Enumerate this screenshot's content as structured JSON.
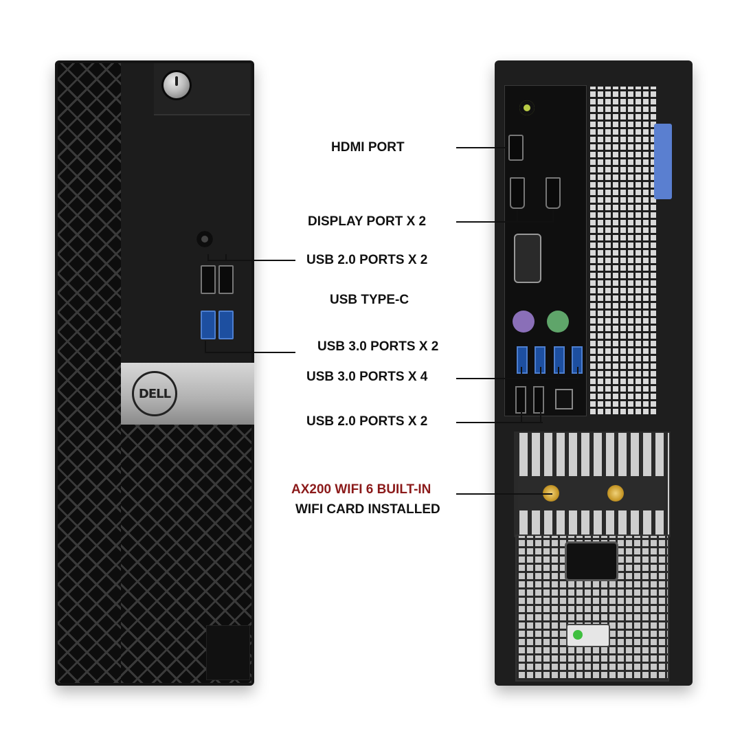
{
  "front_logo_text": "DELL",
  "labels": {
    "hdmi": "HDMI PORT",
    "display": "DISPLAY PORT X 2",
    "usb20_front": "USB 2.0 PORTS X 2",
    "usbc": "USB TYPE-C",
    "usb30_front": "USB 3.0 PORTS X 2",
    "usb30_rear": "USB 3.0 PORTS X 4",
    "usb20_rear": "USB 2.0 PORTS X 2",
    "wifi_line1": "AX200 WIFI 6 BUILT-IN",
    "wifi_line2": "WIFI CARD INSTALLED"
  },
  "colors": {
    "wifi_highlight": "#8b1a1a",
    "usb3_blue": "#1d4fa0"
  }
}
